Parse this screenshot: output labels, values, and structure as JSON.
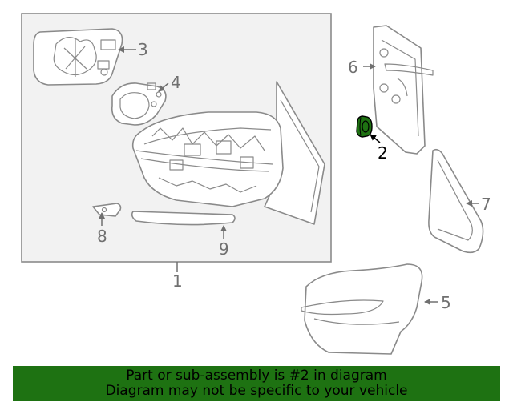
{
  "diagram": {
    "callouts": {
      "c1": "1",
      "c2": "2",
      "c3": "3",
      "c4": "4",
      "c5": "5",
      "c6": "6",
      "c7": "7",
      "c8": "8",
      "c9": "9"
    },
    "highlighted_part": "2",
    "colors": {
      "highlight": "#1e7212",
      "line": "#8a8a8a",
      "banner": "#1e7212"
    }
  },
  "banner": {
    "line1": "Part or sub-assembly is #2 in diagram",
    "line2": "Diagram may not be specific to your vehicle"
  }
}
